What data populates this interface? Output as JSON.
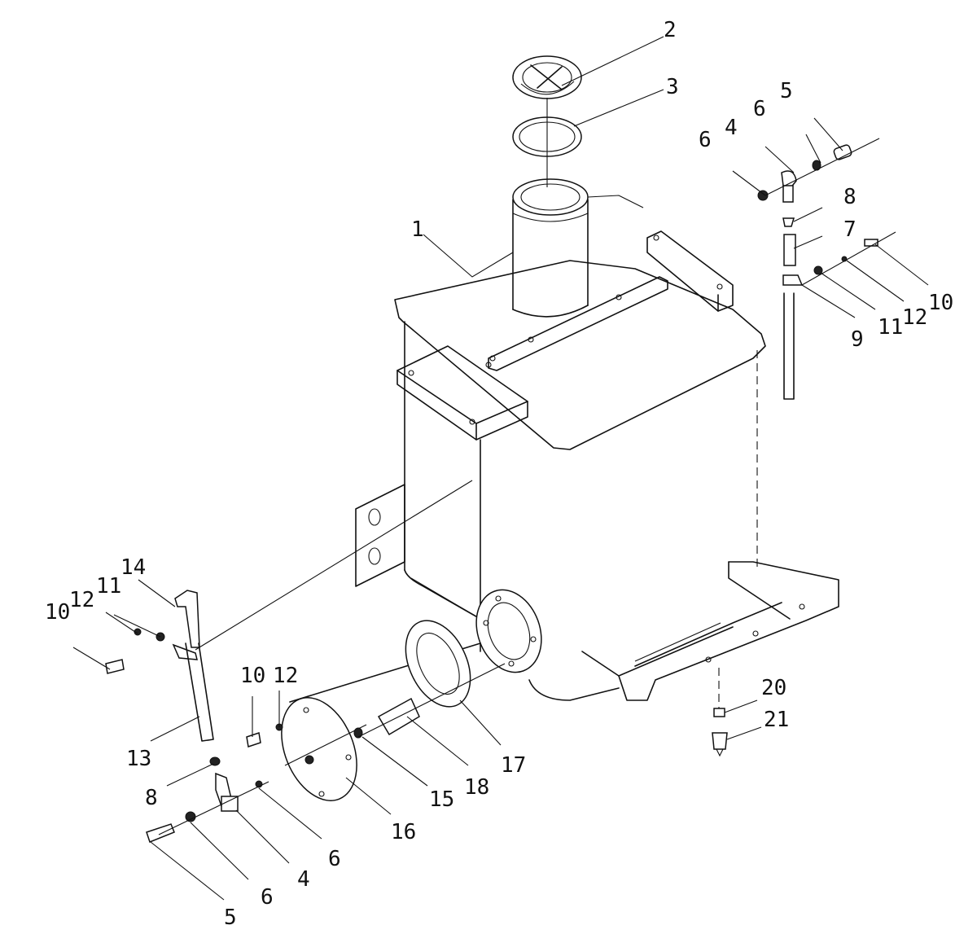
{
  "callouts": [
    {
      "id": "c2",
      "text": "2"
    },
    {
      "id": "c3",
      "text": "3"
    },
    {
      "id": "c1",
      "text": "1"
    },
    {
      "id": "c5r",
      "text": "5"
    },
    {
      "id": "c4r",
      "text": "4"
    },
    {
      "id": "c6r1",
      "text": "6"
    },
    {
      "id": "c6r2",
      "text": "6"
    },
    {
      "id": "c8r",
      "text": "8"
    },
    {
      "id": "c7r",
      "text": "7"
    },
    {
      "id": "c9r",
      "text": "9"
    },
    {
      "id": "c11r",
      "text": "11"
    },
    {
      "id": "c12r",
      "text": "12"
    },
    {
      "id": "c10r",
      "text": "10"
    },
    {
      "id": "c14",
      "text": "14"
    },
    {
      "id": "c10l",
      "text": "10"
    },
    {
      "id": "c12l",
      "text": "12"
    },
    {
      "id": "c11l",
      "text": "11"
    },
    {
      "id": "c13",
      "text": "13"
    },
    {
      "id": "c8l",
      "text": "8"
    },
    {
      "id": "c5l",
      "text": "5"
    },
    {
      "id": "c6l1",
      "text": "6"
    },
    {
      "id": "c4l",
      "text": "4"
    },
    {
      "id": "c6l2",
      "text": "6"
    },
    {
      "id": "c10m",
      "text": "10"
    },
    {
      "id": "c12m",
      "text": "12"
    },
    {
      "id": "c16",
      "text": "16"
    },
    {
      "id": "c15",
      "text": "15"
    },
    {
      "id": "c18",
      "text": "18"
    },
    {
      "id": "c17",
      "text": "17"
    },
    {
      "id": "c20",
      "text": "20"
    },
    {
      "id": "c21",
      "text": "21"
    }
  ]
}
